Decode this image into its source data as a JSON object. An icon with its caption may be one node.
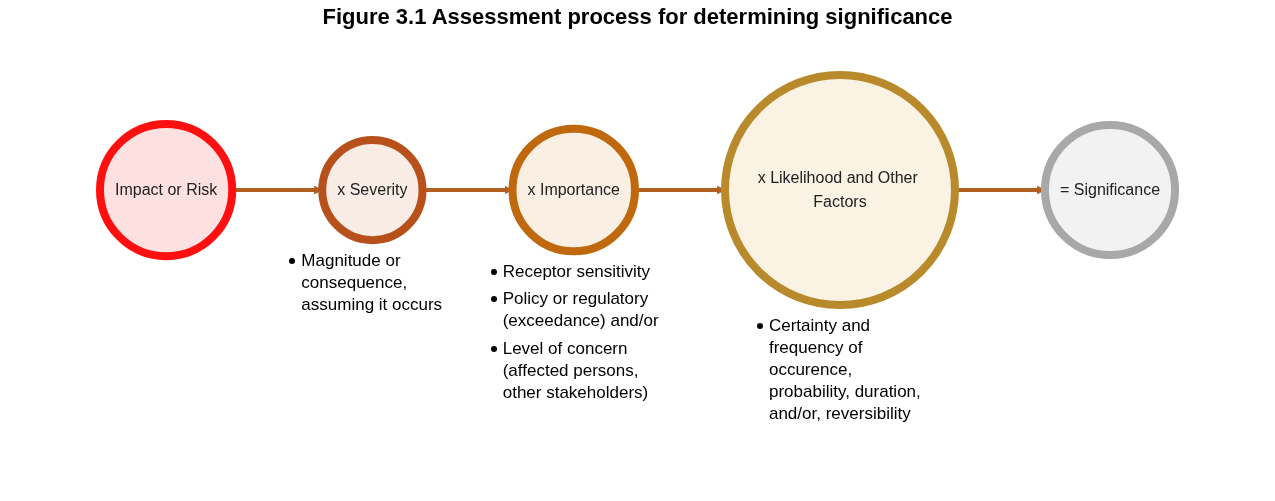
{
  "diagram": {
    "title": "Figure 3.1 Assessment process for determining significance",
    "nodes": [
      {
        "text": [
          "Impact or Risk"
        ]
      },
      {
        "text": [
          "x Severity"
        ],
        "beside": [
          "Magnitude or consequence, assuming it occurs"
        ]
      },
      {
        "text": [
          "x Importance"
        ],
        "beside": [
          "Receptor sensitivity",
          "Policy or regulatory (exceedance) and/or",
          "Level of concern (affected persons, other stakeholders)"
        ]
      },
      {
        "text": [
          "x Likelihood and Other Factors"
        ],
        "beside": [
          "Certainty and frequency of occurence, probability, duration, and/or, reversibility"
        ]
      },
      {
        "text": [
          "= Significance"
        ]
      }
    ],
    "edges": [
      {
        "from": 0,
        "to": 1,
        "arrow": "to"
      },
      {
        "from": 1,
        "to": 2,
        "arrow": "to"
      },
      {
        "from": 2,
        "to": 3,
        "arrow": "to"
      },
      {
        "from": 3,
        "to": 4,
        "arrow": "to"
      }
    ]
  }
}
